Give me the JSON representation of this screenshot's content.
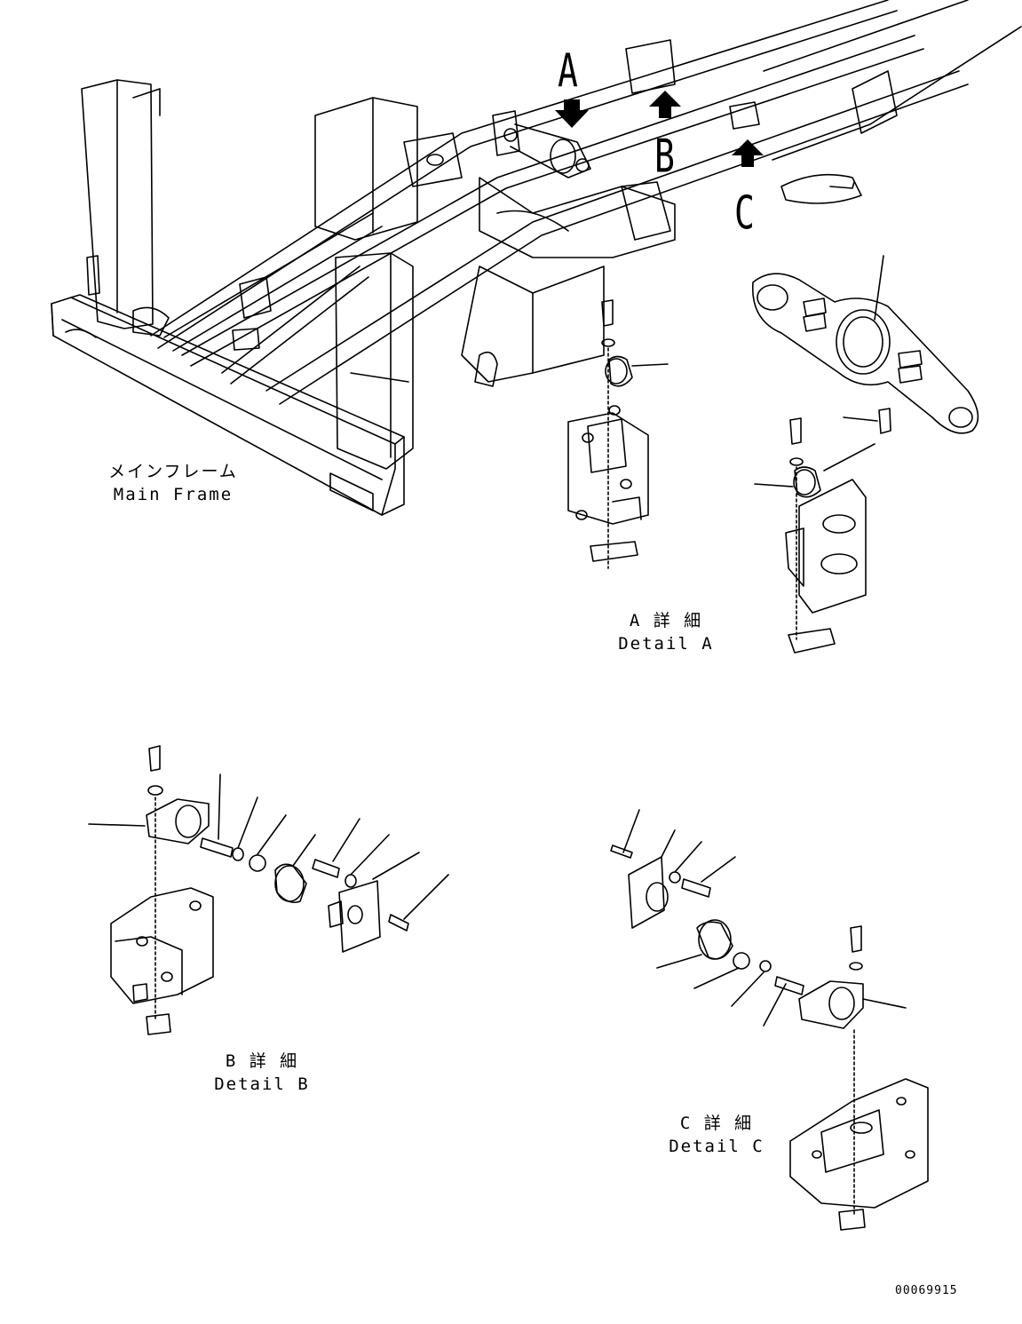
{
  "callouts": {
    "a": "A",
    "b": "B",
    "c": "C"
  },
  "main_frame": {
    "label_jp": "メインフレーム",
    "label_en": "Main Frame"
  },
  "detail_a": {
    "label_jp": "A 詳 細",
    "label_en": "Detail A"
  },
  "detail_b": {
    "label_jp": "B 詳 細",
    "label_en": "Detail B"
  },
  "detail_c": {
    "label_jp": "C 詳 細",
    "label_en": "Detail C"
  },
  "part_number": "00069915"
}
